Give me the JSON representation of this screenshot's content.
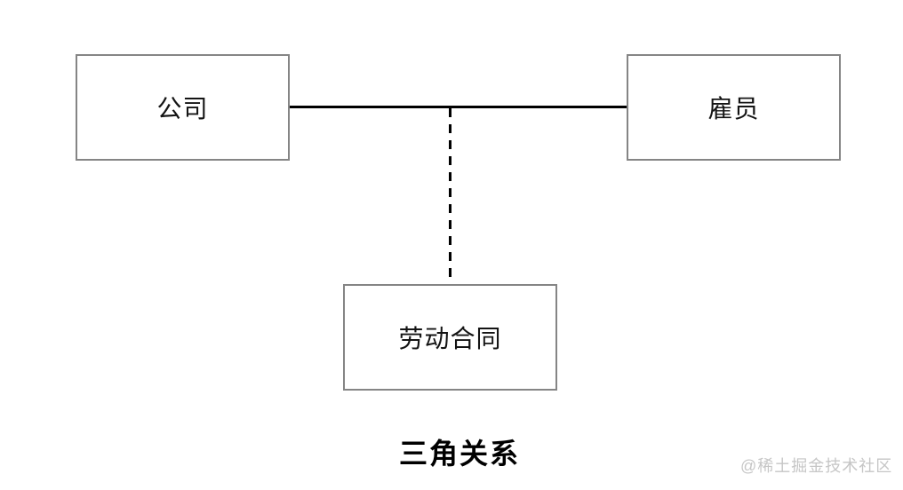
{
  "diagram": {
    "nodes": {
      "company": {
        "label": "公司"
      },
      "employee": {
        "label": "雇员"
      },
      "contract": {
        "label": "劳动合同"
      }
    },
    "connectors": {
      "company_employee": {
        "style": "solid",
        "from": "company",
        "to": "employee"
      },
      "link_to_contract": {
        "style": "dashed",
        "from": "company-employee-line",
        "to": "contract"
      }
    },
    "caption": "三角关系",
    "watermark": "@稀土掘金技术社区",
    "colors": {
      "background": "#ffffff",
      "box_border": "#858585",
      "line": "#000000",
      "label_text": "#141414",
      "watermark_text": "#c6c6c6"
    }
  }
}
